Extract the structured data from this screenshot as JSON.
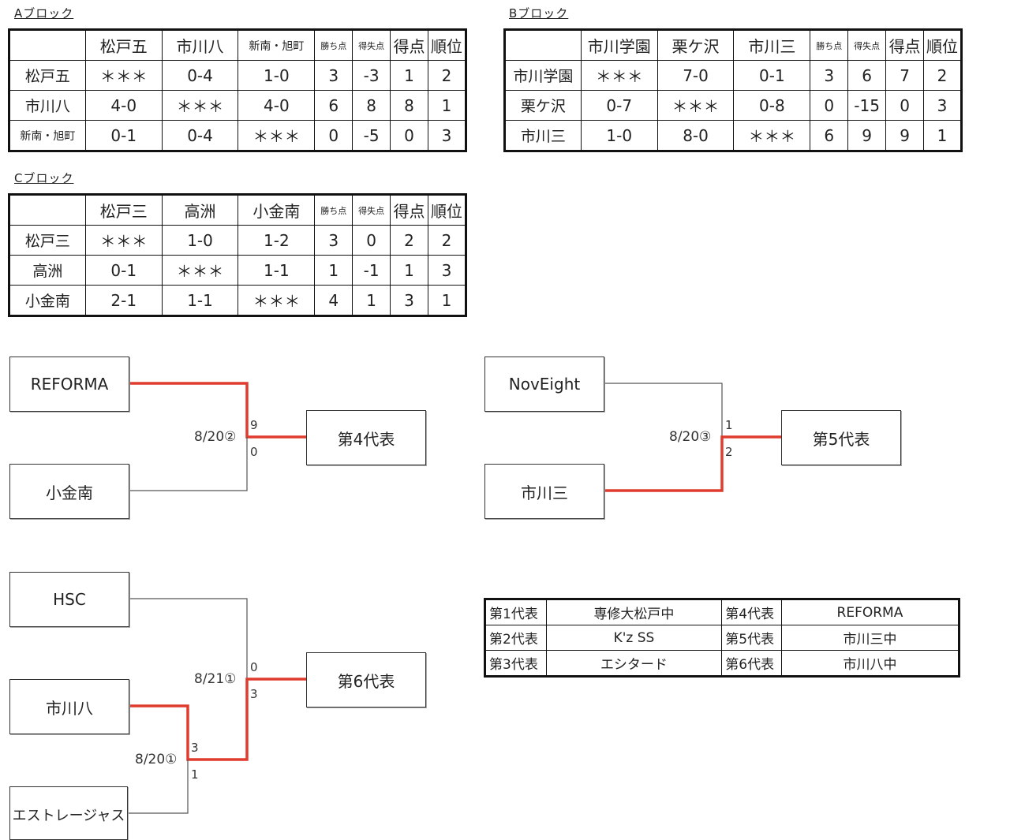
{
  "blocks": [
    {
      "title": "Aブロック",
      "headers": [
        "",
        "松戸五",
        "市川八",
        "新南・旭町",
        "勝ち点",
        "得失点",
        "得点",
        "順位"
      ],
      "rows": [
        [
          "松戸五",
          "＊＊＊",
          "0-4",
          "1-0",
          "3",
          "-3",
          "1",
          "2"
        ],
        [
          "市川八",
          "4-0",
          "＊＊＊",
          "4-0",
          "6",
          "8",
          "8",
          "1"
        ],
        [
          "新南・旭町",
          "0-1",
          "0-4",
          "＊＊＊",
          "0",
          "-5",
          "0",
          "3"
        ]
      ]
    },
    {
      "title": "Bブロック",
      "headers": [
        "",
        "市川学園",
        "栗ケ沢",
        "市川三",
        "勝ち点",
        "得失点",
        "得点",
        "順位"
      ],
      "rows": [
        [
          "市川学園",
          "＊＊＊",
          "7-0",
          "0-1",
          "3",
          "6",
          "7",
          "2"
        ],
        [
          "栗ケ沢",
          "0-7",
          "＊＊＊",
          "0-8",
          "0",
          "-15",
          "0",
          "3"
        ],
        [
          "市川三",
          "1-0",
          "8-0",
          "＊＊＊",
          "6",
          "9",
          "9",
          "1"
        ]
      ]
    },
    {
      "title": "Cブロック",
      "headers": [
        "",
        "松戸三",
        "高洲",
        "小金南",
        "勝ち点",
        "得失点",
        "得点",
        "順位"
      ],
      "rows": [
        [
          "松戸三",
          "＊＊＊",
          "1-0",
          "1-2",
          "3",
          "0",
          "2",
          "2"
        ],
        [
          "高洲",
          "0-1",
          "＊＊＊",
          "1-1",
          "1",
          "-1",
          "1",
          "3"
        ],
        [
          "小金南",
          "2-1",
          "1-1",
          "＊＊＊",
          "4",
          "1",
          "3",
          "1"
        ]
      ]
    }
  ],
  "brackets": {
    "m1": {
      "top": "REFORMA",
      "bottom": "小金南",
      "date": "8/20②",
      "score_top": "9",
      "score_bottom": "0",
      "result": "第4代表"
    },
    "m2": {
      "top": "NovEight",
      "bottom": "市川三",
      "date": "8/20③",
      "score_top": "1",
      "score_bottom": "2",
      "result": "第5代表"
    },
    "m3": {
      "top": "HSC",
      "mid": "市川八",
      "bottom": "エストレージャス",
      "date_final": "8/21①",
      "date_semi": "8/20①",
      "score_final_top": "0",
      "score_final_bottom": "3",
      "score_semi_top": "3",
      "score_semi_bottom": "1",
      "result": "第6代表"
    }
  },
  "representatives": [
    {
      "label": "第1代表",
      "team": "専修大松戸中",
      "label2": "第4代表",
      "team2": "REFORMA"
    },
    {
      "label": "第2代表",
      "team": "K'z SS",
      "label2": "第5代表",
      "team2": "市川三中"
    },
    {
      "label": "第3代表",
      "team": "エシタード",
      "label2": "第6代表",
      "team2": "市川八中"
    }
  ],
  "colors": {
    "winner_line": "#e03b2f",
    "line": "#555555",
    "border": "#111111"
  }
}
